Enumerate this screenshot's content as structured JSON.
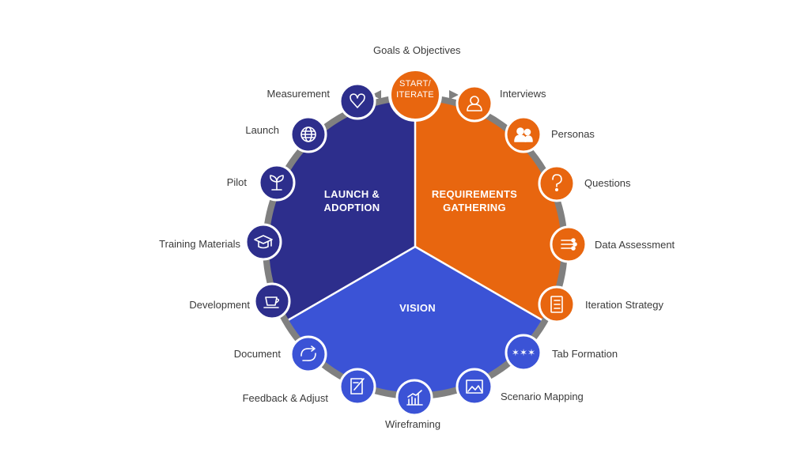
{
  "colors": {
    "orange": "#E8660F",
    "dark_blue": "#2D2E8C",
    "blue": "#3B53D6",
    "ring": "#808080"
  },
  "center": {
    "start": {
      "line1": "START/",
      "line2": "ITERATE"
    },
    "sectors": {
      "launch": {
        "line1": "LAUNCH &",
        "line2": "ADOPTION"
      },
      "requirements": {
        "line1": "REQUIREMENTS",
        "line2": "GATHERING"
      },
      "vision": {
        "line1": "VISION"
      }
    }
  },
  "steps": [
    {
      "label": "Goals & Objectives",
      "icon": "start-badge"
    },
    {
      "label": "Interviews",
      "icon": "person-icon"
    },
    {
      "label": "Personas",
      "icon": "group-icon"
    },
    {
      "label": "Questions",
      "icon": "question-icon"
    },
    {
      "label": "Data Assessment",
      "icon": "network-icon"
    },
    {
      "label": "Iteration Strategy",
      "icon": "checklist-icon"
    },
    {
      "label": "Tab Formation",
      "icon": "stars-icon"
    },
    {
      "label": "Scenario Mapping",
      "icon": "image-icon"
    },
    {
      "label": "Wireframing",
      "icon": "bar-chart-icon"
    },
    {
      "label": "Feedback & Adjust",
      "icon": "notepad-icon"
    },
    {
      "label": "Document",
      "icon": "refresh-icon"
    },
    {
      "label": "Development",
      "icon": "teacup-icon"
    },
    {
      "label": "Training Materials",
      "icon": "graduation-cap-icon"
    },
    {
      "label": "Pilot",
      "icon": "sprout-icon"
    },
    {
      "label": "Launch",
      "icon": "globe-icon"
    },
    {
      "label": "Measurement",
      "icon": "heart-icon"
    }
  ]
}
